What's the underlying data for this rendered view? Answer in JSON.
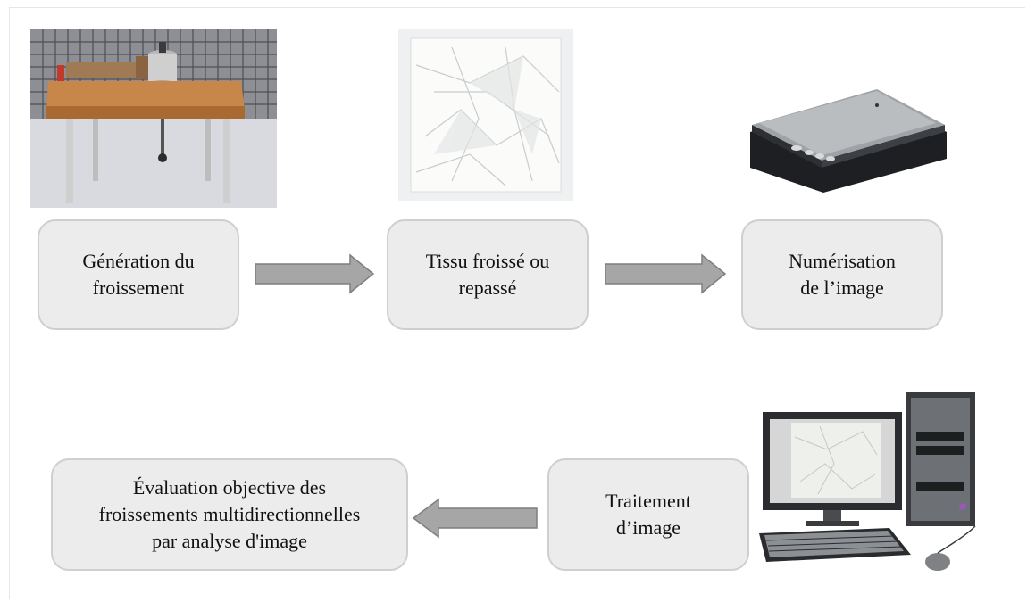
{
  "steps": {
    "generation": "Génération du\nfroissement",
    "tissu": "Tissu froissé ou\nrepassé",
    "numerisation": "Numérisation\nde l’image",
    "traitement": "Traitement\nd’image",
    "evaluation": "Évaluation objective des\nfroissements multidirectionnelles\npar analyse d'image"
  },
  "colors": {
    "box_fill": "#ececec",
    "box_border": "#cfcfcf",
    "arrow_fill": "#a6a6a6",
    "arrow_stroke": "#7f7f7f"
  },
  "icons": {
    "photo_1": "crease-generation-table-icon",
    "photo_2": "crumpled-fabric-icon",
    "photo_3": "flatbed-scanner-icon",
    "photo_4": "desktop-computer-icon"
  }
}
